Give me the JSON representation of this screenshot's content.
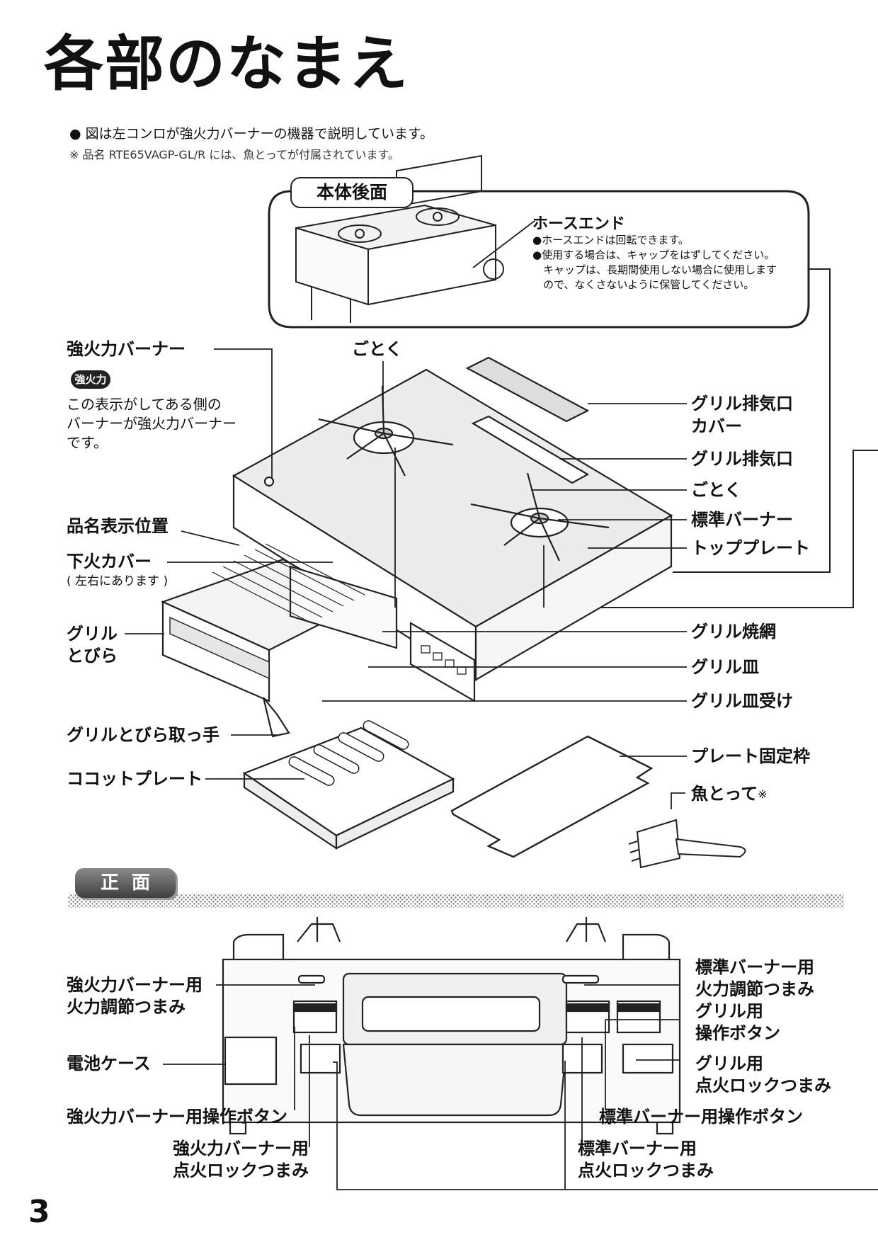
{
  "title": "各部のなまえ",
  "notes": [
    "● 図は左コンロが強火力バーナーの機器で説明しています。",
    "※ 品名 RTE65VAGP-GL/R には、魚とってが付属されています。"
  ],
  "back_section": {
    "title": "本体後面",
    "hose_end": {
      "label": "ホースエンド",
      "notes": [
        "●ホースエンドは回転できます。",
        "●使用する場合は、キャップをはずしてください。",
        "　キャップは、長期間使用しない場合に使用します",
        "　ので、なくさないように保管してください。"
      ]
    }
  },
  "parts": {
    "strong_burner": "強火力バーナー",
    "strong_badge": "強火力",
    "strong_desc": [
      "この表示がしてある側の",
      "バーナーが強火力バーナー",
      "です。"
    ],
    "trivet_top": "ごとく",
    "grill_exhaust_cover": [
      "グリル排気口",
      "カバー"
    ],
    "grill_exhaust": "グリル排気口",
    "trivet": "ごとく",
    "standard_burner": "標準バーナー",
    "top_plate": "トッププレート",
    "model_label_position": "品名表示位置",
    "lower_fire_cover": "下火カバー",
    "lower_fire_cover_note": "( 左右にあります )",
    "grill_door": [
      "グリル",
      "とびら"
    ],
    "grill_grate": "グリル焼網",
    "grill_pan": "グリル皿",
    "grill_pan_holder": "グリル皿受け",
    "grill_door_handle": "グリルとびら取っ手",
    "cocotte_plate": "ココットプレート",
    "plate_frame": "プレート固定枠",
    "fish_tongs": "魚とって",
    "fish_tongs_mark": "※"
  },
  "front_section": {
    "title": "正面",
    "labels": {
      "strong_knob": [
        "強火力バーナー用",
        "火力調節つまみ"
      ],
      "battery_case": "電池ケース",
      "strong_button": "強火力バーナー用操作ボタン",
      "strong_lock": [
        "強火力バーナー用",
        "点火ロックつまみ"
      ],
      "standard_knob": [
        "標準バーナー用",
        "火力調節つまみ"
      ],
      "grill_button": [
        "グリル用",
        "操作ボタン"
      ],
      "grill_lock": [
        "グリル用",
        "点火ロックつまみ"
      ],
      "standard_button": "標準バーナー用操作ボタン",
      "standard_lock": [
        "標準バーナー用",
        "点火ロックつまみ"
      ]
    }
  },
  "page_number": "3"
}
